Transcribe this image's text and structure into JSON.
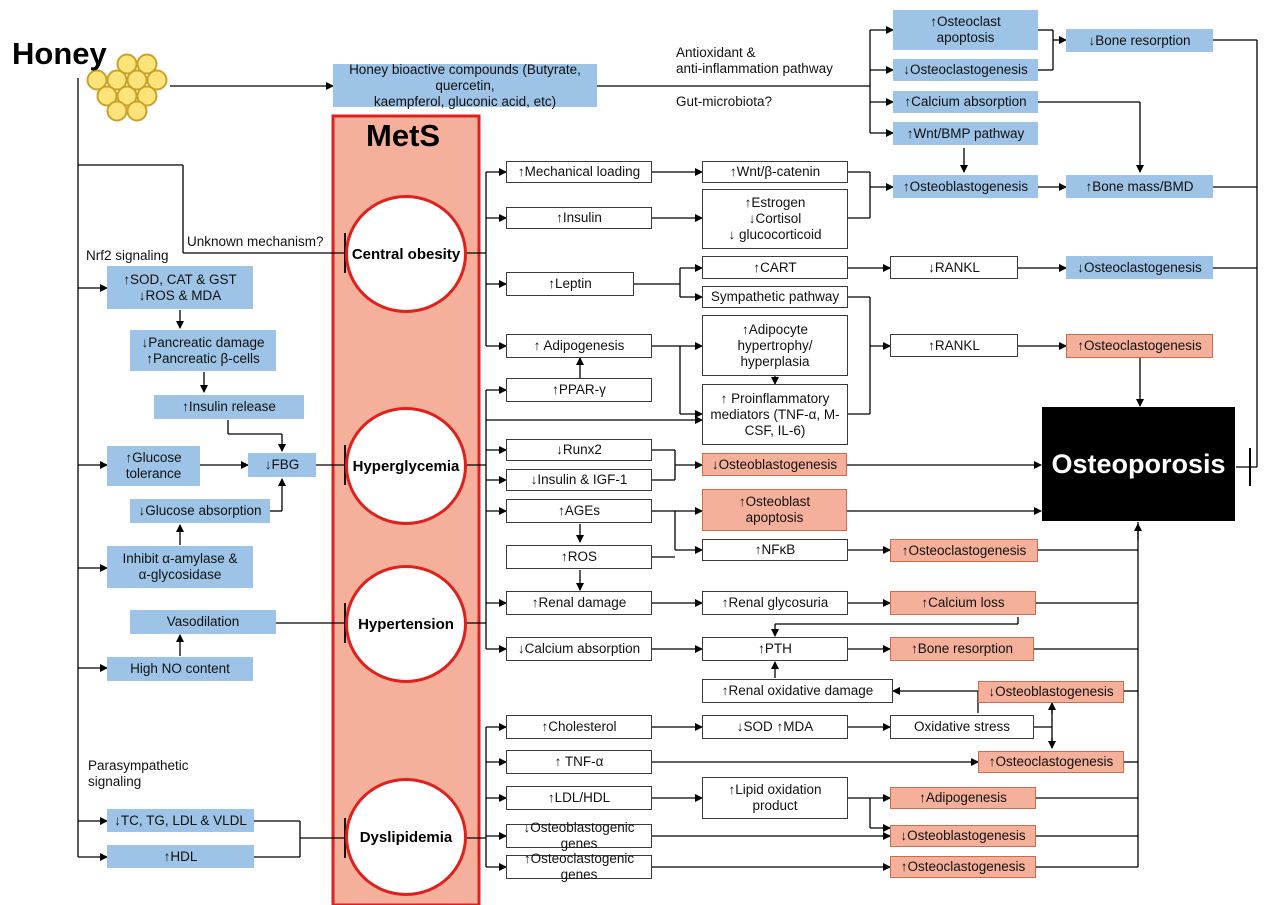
{
  "title": "Honey",
  "mets_title": "MetS",
  "outcome": "Osteoporosis",
  "conditions": [
    "Central obesity",
    "Hyperglycemia",
    "Hypertension",
    "Dyslipidemia"
  ],
  "labels": {
    "antioxidant": "Antioxidant &\nanti-inflammation pathway",
    "gut": "Gut-microbiota?",
    "unknown": "Unknown mechanism?",
    "nrf2": "Nrf2 signaling",
    "parasym": "Parasympathetic\nsignaling"
  },
  "boxes": {
    "bioactive": "Honey bioactive compounds (Butyrate, quercetin,\nkaempferol, gluconic acid, etc)",
    "oc_apop": "↑Osteoclast\napoptosis",
    "bone_res_dn": "↓Bone resorption",
    "ocg_dn_top": "↓Osteoclastogenesis",
    "ca_abs_up": "↑Calcium absorption",
    "wnt_bmp": "↑Wnt/BMP pathway",
    "obg_up_top": "↑Osteoblastogenesis",
    "bone_mass": "↑Bone mass/BMD",
    "mech": "↑Mechanical loading",
    "wnt_cat": "↑Wnt/β-catenin",
    "insulin": "↑Insulin",
    "estrogen": "↑Estrogen\n↓Cortisol\n↓ glucocorticoid",
    "leptin": "↑Leptin",
    "cart": "↑CART",
    "rankl_dn": "↓RANKL",
    "ocg_dn_mid": "↓Osteoclastogenesis",
    "symp": "Sympathetic pathway",
    "adipo": "↑ Adipogenesis",
    "adipocyte": "↑Adipocyte\nhypertrophy/\nhyperplasia",
    "rankl_up": "↑RANKL",
    "ocg_up_1": "↑Osteoclastogenesis",
    "ppar": "↑PPAR-γ",
    "proinf": "↑ Proinflammatory\nmediators (TNF-α, M-\nCSF, IL-6)",
    "runx2": "↓Runx2",
    "ins_igf": "↓Insulin & IGF-1",
    "obg_dn_1": "↓Osteoblastogenesis",
    "ages": "↑AGEs",
    "ob_apop": "↑Osteoblast\napoptosis",
    "ros": "↑ROS",
    "nfkb": "↑NFκB",
    "ocg_up_2": "↑Osteoclastogenesis",
    "renal_dmg": "↑Renal damage",
    "renal_gly": "↑Renal glycosuria",
    "ca_loss": "↑Calcium loss",
    "ca_abs_dn": "↓Calcium absorption",
    "pth": "↑PTH",
    "bone_res_up": "↑Bone resorption",
    "renal_ox": "↑Renal oxidative damage",
    "obg_dn_2": "↓Osteoblastogenesis",
    "chol": "↑Cholesterol",
    "sod_mda": "↓SOD ↑MDA",
    "oxstress": "Oxidative stress",
    "tnf": "↑ TNF-α",
    "ocg_up_3": "↑Osteoclastogenesis",
    "ldl_hdl": "↑LDL/HDL",
    "lipid_ox": "↑Lipid oxidation\nproduct",
    "adipo_up": "↑Adipogenesis",
    "ob_genes": "↓Osteoblastogenic genes",
    "obg_dn_3": "↓Osteoblastogenesis",
    "oc_genes": "↑Osteoclastogenic genes",
    "ocg_up_4": "↑Osteoclastogenesis",
    "sod_cat": "↑SOD, CAT & GST\n↓ROS & MDA",
    "pancreas": "↓Pancreatic damage\n↑Pancreatic β-cells",
    "ins_rel": "↑Insulin release",
    "glu_tol": "↑Glucose\ntolerance",
    "fbg": "↓FBG",
    "glu_abs": "↓Glucose absorption",
    "amylase": "Inhibit α-amylase &\nα-glycosidase",
    "vaso": "Vasodilation",
    "no": "High NO content",
    "tc_tg": "↓TC, TG, LDL & VLDL",
    "hdl": "↑HDL"
  },
  "colors": {
    "blue": "#9dc3e6",
    "orange": "#f4b09a",
    "red": "#e0201c",
    "mets_fill": "#f4b09a"
  }
}
